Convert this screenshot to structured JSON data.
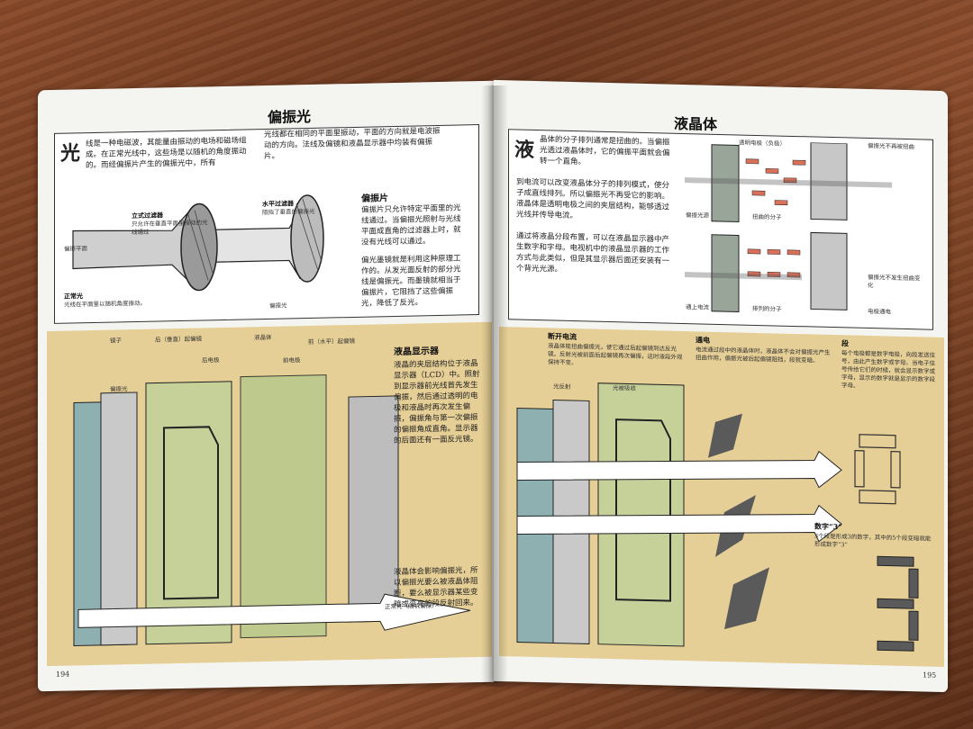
{
  "left_page": {
    "title": "偏振光",
    "intro_char": "光",
    "intro_text": "线是一种电磁波，其能量由振动的电场和磁场组成。在正常光线中，这些场是以随机的角度振动的。而经偏振片产生的偏振光中，所有",
    "intro_text_2": "光线都在相同的平面里振动，平面的方向就是电波振动的方向。法线及偏镜和液晶显示器中均装有偏振片。",
    "label_vertical_filter": "立式过滤器",
    "label_vertical_filter_note": "只允许在垂直平面里振动的光线通过",
    "label_horizontal_filter": "水平过滤器",
    "label_horizontal_filter_note": "阻挡了垂直的偏振光",
    "label_plane": "偏振平面",
    "label_normal_light": "正常光",
    "label_normal_light_note": "光线在平面里以随机角度振动。",
    "label_polarized": "偏振光",
    "polarizer_heading": "偏振片",
    "polarizer_text": "偏振片只允许特定平面里的光线通过。当偏振光照射与光线平面成直角的过滤器上时，就没有光线可以通过。",
    "polarizer_text_2": "偏光墨镜就是利用这种原理工作的。从发光面反射的部分光线是偏振光。而墨镜就相当于偏振片，它阻挡了这些偏振光，降低了反光。",
    "lcd_heading": "液晶显示器",
    "lcd_text": "液晶的夹层结构位于液晶显示器（LCD）中。照射到显示器前光线首先发生偏振，然后通过透明的电极和液晶时再次发生偏振，偏振角与第一次偏振的偏振角成直角。显示器的后面还有一面反光镜。",
    "lcd_text_2": "液晶体会影响偏振光，所以偏振光要么被液晶体阻断，要么被显示器某些变暗或变亮的段反射回来。",
    "label_mirror": "镜子",
    "label_vertical_polarizer": "后（垂直）起偏镜",
    "label_rear_electrode": "后电极",
    "label_liquid_crystal": "液晶体",
    "label_front_electrode": "前电极",
    "label_front_polarizer": "前（水平）起偏镜",
    "label_polarized_light": "偏振光",
    "label_normal_random": "正常光（随机偏振）",
    "page_number": "194"
  },
  "right_page": {
    "title": "液晶体",
    "intro_char": "液",
    "intro_text": "晶体的分子排列通常是扭曲的。当偏振光透过液晶体时，它的偏振平面就会偏转一个直角。",
    "text_2": "到电流可以改变液晶体分子的排列模式，使分子成直线排列。所以偏振光不再受它的影响。液晶体是透明电极之间的夹层结构，能够透过光线并传导电流。",
    "text_3": "通过将液晶分段布置，可以在液晶显示器中产生数字和字母。电视机中的液晶显示器的工作方式与此类似，但是其显示器后面还安装有一个背光光源。",
    "label_twisted": "透明电极（负极）",
    "label_electrode_pos": "偏振光不再被扭曲",
    "label_polarized_in": "偏振光源",
    "label_twisted_molecules": "扭曲的分子",
    "label_straight": "偏振光不发生扭曲变化",
    "label_power": "通上电流",
    "label_straight_molecules": "排列的分子",
    "label_rear": "电极通电",
    "switch_off_heading": "断开电流",
    "switch_off_text": "液晶体能扭曲偏振光，使它通过后起偏镜到达反光镜。反射光被前面后起偏镜再次偏振，这时液段外观保持不变。",
    "switch_on_heading": "通电",
    "switch_on_text": "电流通过段中的液晶体时，液晶体不会对偏振光产生扭曲作用，偏振光被后起偏镜阻挡，段就变暗。",
    "segment_heading": "段",
    "segment_text": "每个电极都是数字电极，向段发送信号，由此产生数字或字母。当电子信号传给它们的时候，就会显示数字或字母，显示的数字就是显示的数字段字母。",
    "label_reflect": "光反射",
    "label_absorbed": "光被吸收",
    "digit_label": "数字“3”",
    "digit_note": "3个段是形成3的数字，其中的5个段变暗就能形成数字“3”",
    "digit_value": "3",
    "page_number": "195"
  }
}
